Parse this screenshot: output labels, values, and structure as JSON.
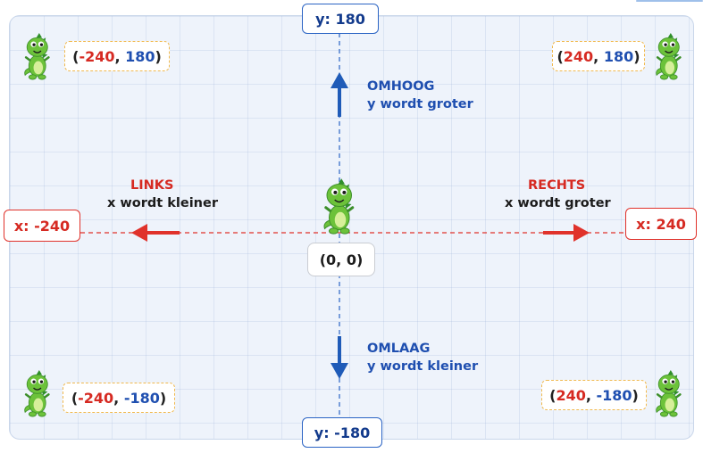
{
  "y_max_label": "y: 180",
  "y_min_label": "y: -180",
  "x_min_label": "x: -240",
  "x_max_label": "x: 240",
  "origin_label": "(0, 0)",
  "directions": {
    "up": {
      "title": "OMHOOG",
      "desc": "y wordt groter"
    },
    "down": {
      "title": "OMLAAG",
      "desc": "y wordt kleiner"
    },
    "left": {
      "title": "LINKS",
      "desc": "x wordt kleiner"
    },
    "right": {
      "title": "RECHTS",
      "desc": "x wordt groter"
    }
  },
  "corners": {
    "top_left": {
      "x": "-240",
      "y": "180"
    },
    "top_right": {
      "x": "240",
      "y": "180"
    },
    "bottom_left": {
      "x": "-240",
      "y": "-180"
    },
    "bottom_right": {
      "x": "240",
      "y": "-180"
    }
  },
  "colors": {
    "x_axis": "#e0322b",
    "y_axis": "#2b64c4",
    "dino_body": "#6cc23a",
    "dino_spikes": "#2f8f2a",
    "background": "#eef3fb"
  },
  "icons": [
    "dinosaur-sprite-icon",
    "arrow-up-icon",
    "arrow-down-icon",
    "arrow-left-icon",
    "arrow-right-icon"
  ]
}
